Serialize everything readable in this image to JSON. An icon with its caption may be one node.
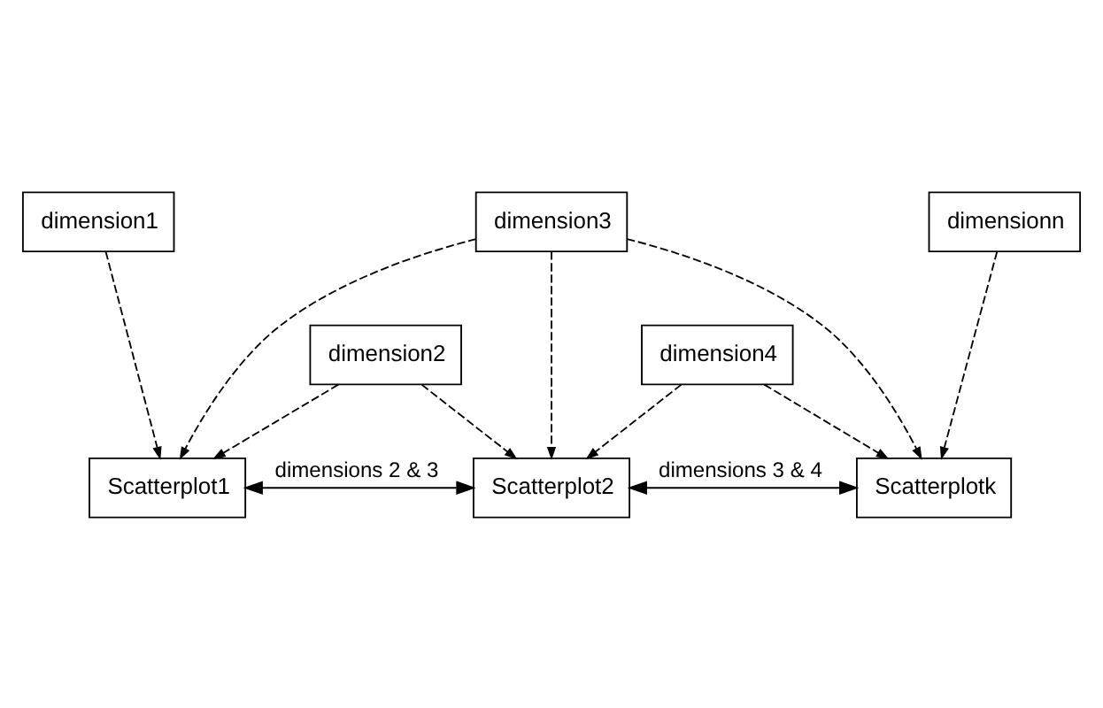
{
  "diagram": {
    "nodes": [
      {
        "text": [
          "dimension1"
        ]
      },
      {
        "text": [
          "dimension3"
        ]
      },
      {
        "text": [
          "dimensionn"
        ]
      },
      {
        "text": [
          "dimension2"
        ]
      },
      {
        "text": [
          "dimension4"
        ]
      },
      {
        "text": [
          "Scatterplot1"
        ]
      },
      {
        "text": [
          "Scatterplot2"
        ]
      },
      {
        "text": [
          "Scatterplotk"
        ]
      }
    ],
    "edges": [
      {
        "from": 0,
        "to": 5,
        "arrow": "to",
        "style": "dashed"
      },
      {
        "from": 3,
        "to": 5,
        "arrow": "to",
        "style": "dashed"
      },
      {
        "from": 3,
        "to": 6,
        "arrow": "to",
        "style": "dashed"
      },
      {
        "from": 1,
        "to": 5,
        "arrow": "to",
        "style": "dashed"
      },
      {
        "from": 1,
        "to": 6,
        "arrow": "to",
        "style": "dashed"
      },
      {
        "from": 1,
        "to": 7,
        "arrow": "to",
        "style": "dashed"
      },
      {
        "from": 4,
        "to": 6,
        "arrow": "to",
        "style": "dashed"
      },
      {
        "from": 4,
        "to": 7,
        "arrow": "to",
        "style": "dashed"
      },
      {
        "from": 2,
        "to": 7,
        "arrow": "to",
        "style": "dashed"
      },
      {
        "from": 5,
        "to": 6,
        "arrow": "both",
        "label": "dimensions 2 & 3"
      },
      {
        "from": 6,
        "to": 7,
        "arrow": "both",
        "label": "dimensions 3 & 4"
      }
    ]
  }
}
